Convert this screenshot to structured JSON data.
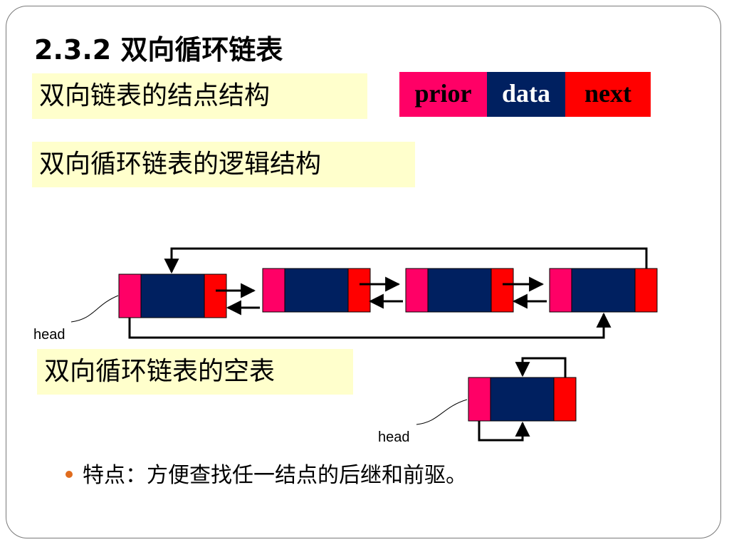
{
  "title": "2.3.2 双向循环链表",
  "labels": {
    "node_structure": "双向链表的结点结构",
    "logical_structure": "双向循环链表的逻辑结构",
    "empty_list": "双向循环链表的空表"
  },
  "node_fields": {
    "prior": "prior",
    "data": "data",
    "next": "next"
  },
  "head_label": "head",
  "bullet": "特点：方便查找任一结点的后继和前驱。",
  "colors": {
    "prior": "#ff0066",
    "data": "#002060",
    "next": "#ff0000",
    "label_bg": "#ffffcc",
    "bullet": "#e06c1e"
  }
}
